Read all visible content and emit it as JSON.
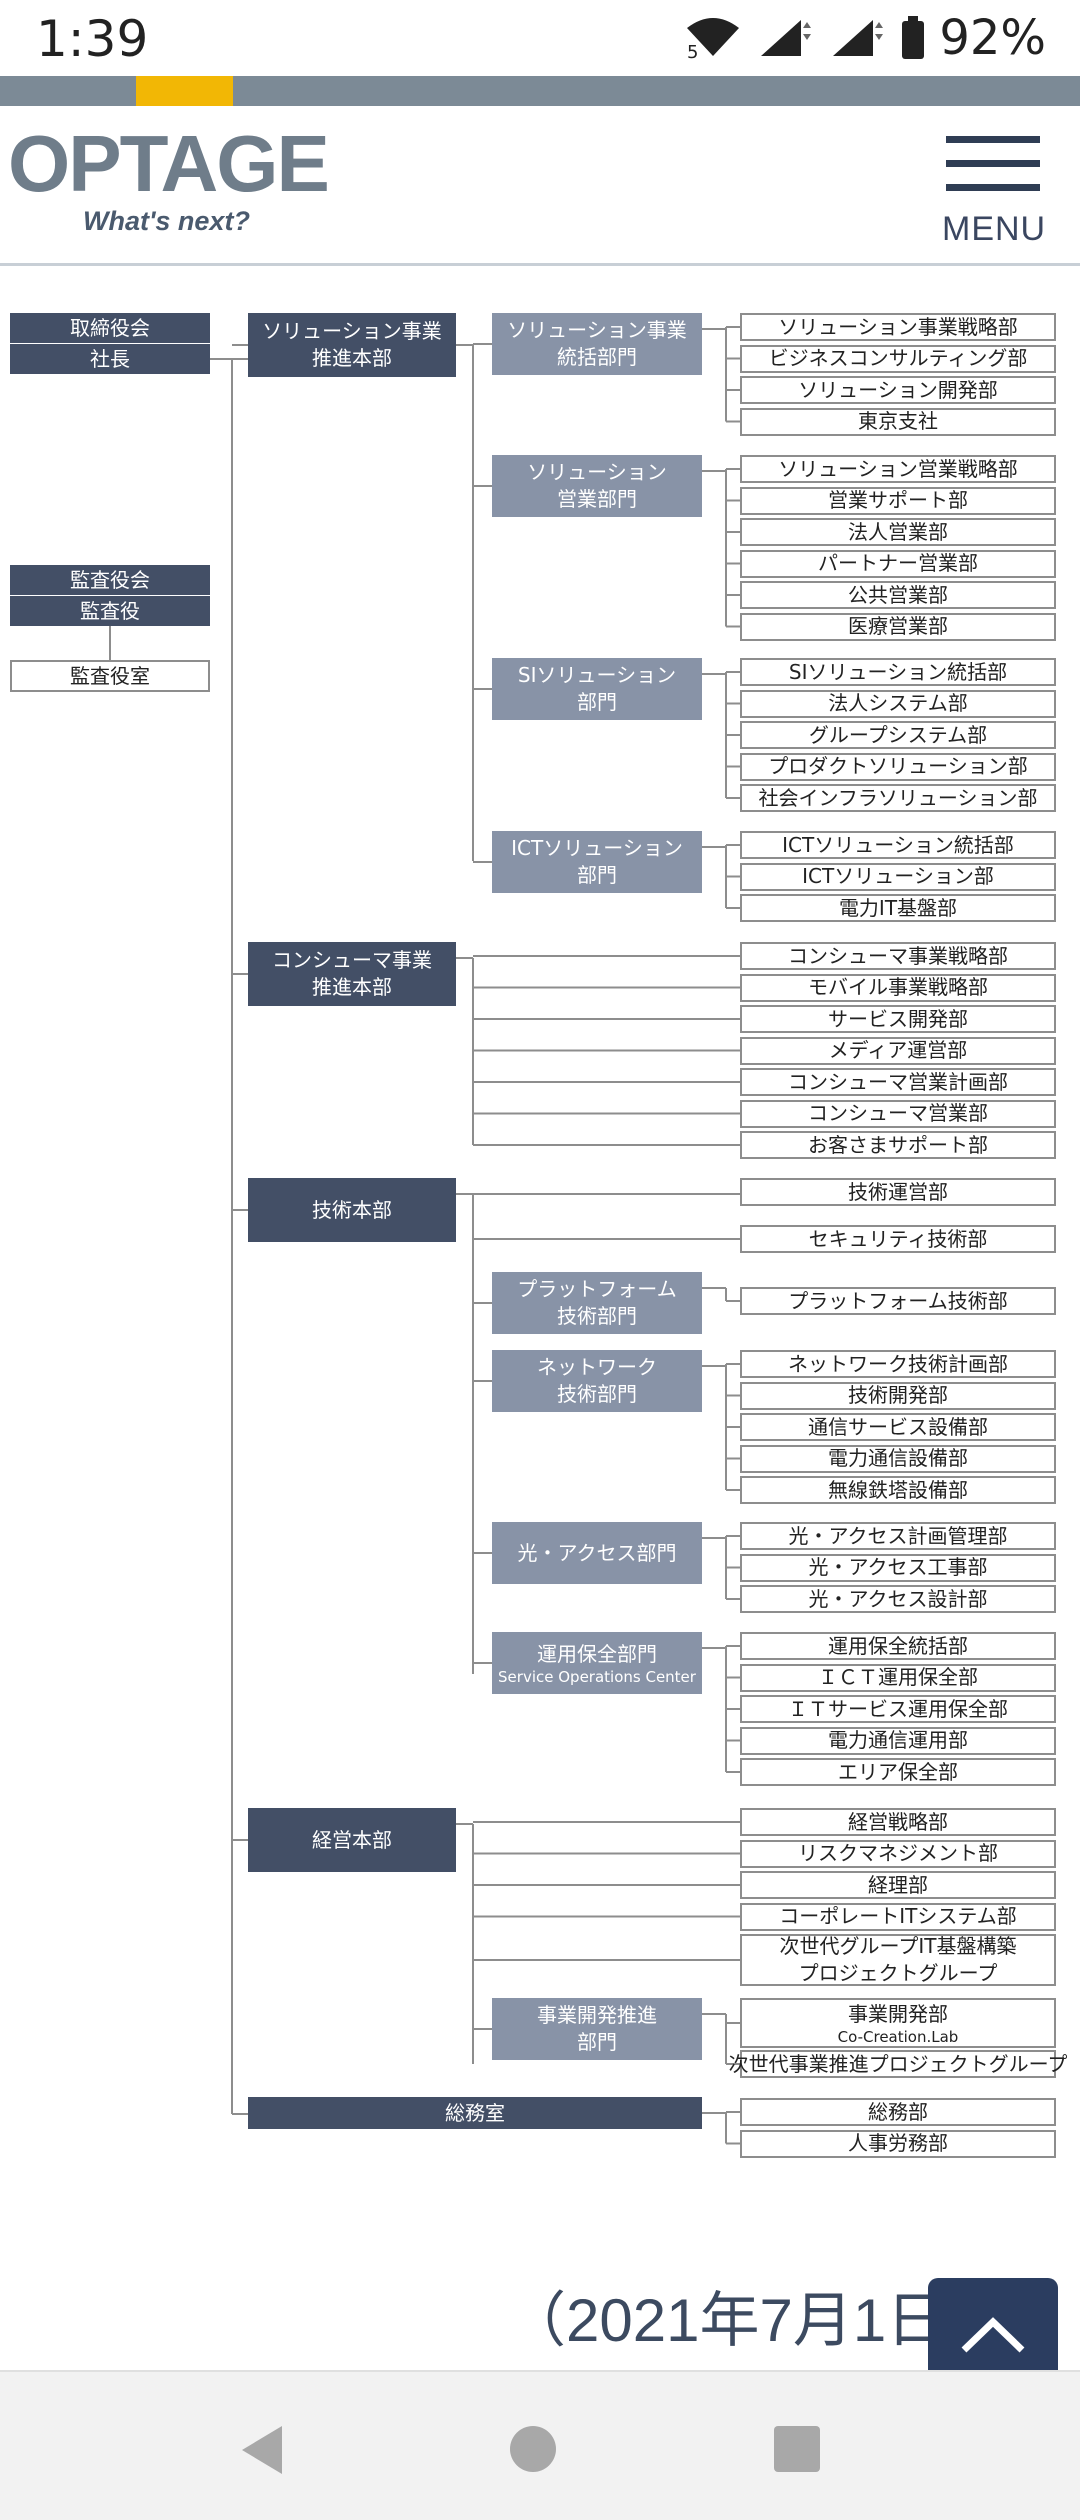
{
  "status_bar": {
    "time": "1:39",
    "battery": "92%",
    "network_tag": "5"
  },
  "progress": {
    "value": 0.09
  },
  "header": {
    "logo_text": "OPTAGE",
    "tagline": "What's next?",
    "menu_label": "MENU"
  },
  "org": {
    "board": [
      "取締役会",
      "社長"
    ],
    "audit": [
      "監査役会",
      "監査役"
    ],
    "audit_office": "監査役室",
    "solution_hq": {
      "name": [
        "ソリューション事業",
        "推進本部"
      ],
      "divisions": [
        {
          "name": [
            "ソリューション事業",
            "統括部門"
          ],
          "depts": [
            "ソリューション事業戦略部",
            "ビジネスコンサルティング部",
            "ソリューション開発部",
            "東京支社"
          ]
        },
        {
          "name": [
            "ソリューション",
            "営業部門"
          ],
          "depts": [
            "ソリューション営業戦略部",
            "営業サポート部",
            "法人営業部",
            "パートナー営業部",
            "公共営業部",
            "医療営業部"
          ]
        },
        {
          "name": [
            "SIソリューション",
            "部門"
          ],
          "depts": [
            "SIソリューション統括部",
            "法人システム部",
            "グループシステム部",
            "プロダクトソリューション部",
            "社会インフラソリューション部"
          ]
        },
        {
          "name": [
            "ICTソリューション",
            "部門"
          ],
          "depts": [
            "ICTソリューション統括部",
            "ICTソリューション部",
            "電力IT基盤部"
          ]
        }
      ]
    },
    "consumer_hq": {
      "name": [
        "コンシューマ事業",
        "推進本部"
      ],
      "depts": [
        "コンシューマ事業戦略部",
        "モバイル事業戦略部",
        "サービス開発部",
        "メディア運営部",
        "コンシューマ営業計画部",
        "コンシューマ営業部",
        "お客さまサポート部"
      ]
    },
    "tech_hq": {
      "name": "技術本部",
      "direct_depts": [
        "技術運営部",
        "セキュリティ技術部"
      ],
      "divisions": [
        {
          "name": [
            "プラットフォーム",
            "技術部門"
          ],
          "depts": [
            "プラットフォーム技術部"
          ]
        },
        {
          "name": [
            "ネットワーク",
            "技術部門"
          ],
          "depts": [
            "ネットワーク技術計画部",
            "技術開発部",
            "通信サービス設備部",
            "電力通信設備部",
            "無線鉄塔設備部"
          ]
        },
        {
          "name": [
            "光・アクセス部門"
          ],
          "depts": [
            "光・アクセス計画管理部",
            "光・アクセス工事部",
            "光・アクセス設計部"
          ]
        },
        {
          "name": [
            "運用保全部門"
          ],
          "sub": "Service Operations Center",
          "depts": [
            "運用保全統括部",
            "ＩＣＴ運用保全部",
            "ＩＴサービス運用保全部",
            "電力通信運用部",
            "エリア保全部"
          ]
        }
      ]
    },
    "mgmt_hq": {
      "name": "経営本部",
      "direct_depts": [
        "経営戦略部",
        "リスクマネジメント部",
        "経理部",
        "コーポレートITシステム部"
      ],
      "direct_dept_two_line": [
        "次世代グループIT基盤構築",
        "プロジェクトグループ"
      ],
      "division": {
        "name": [
          "事業開発推進",
          "部門"
        ],
        "dept_with_sub": {
          "name": "事業開発部",
          "sub": "Co-Creation.Lab"
        },
        "dept": "次世代事業推進プロジェクトグループ"
      }
    },
    "general_affairs": {
      "name": "総務室",
      "depts": [
        "総務部",
        "人事労務部"
      ]
    }
  },
  "footer": {
    "date_text": "（2021年7月1日現"
  },
  "colors": {
    "dark": "#434f66",
    "mid": "#8893a7",
    "accent": "#f2b705",
    "line": "#8d8d8d"
  }
}
